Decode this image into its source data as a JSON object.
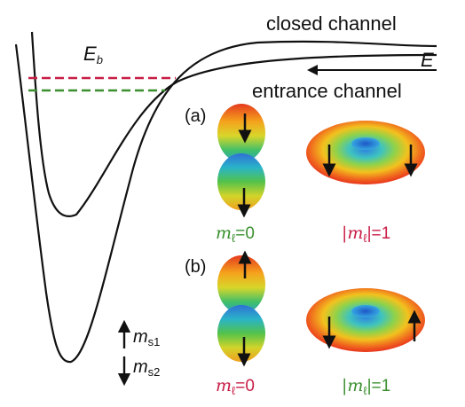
{
  "labels": {
    "closed_channel": "closed channel",
    "entrance_channel": "entrance channel",
    "E": "E",
    "E_b": "E",
    "E_b_sub": "b",
    "panel_a": "(a)",
    "panel_b": "(b)"
  },
  "m_labels": {
    "a_ml0": {
      "symbol": "m",
      "sub": "ℓ",
      "rest": "=0",
      "color": "#3a8f2e"
    },
    "a_ml1": {
      "symbol": "|m",
      "sub": "ℓ",
      "rest": "|=1",
      "color": "#c81d45"
    },
    "b_ml0": {
      "symbol": "m",
      "sub": "ℓ",
      "rest": "=0",
      "color": "#c81d45"
    },
    "b_ml1": {
      "symbol": "|m",
      "sub": "ℓ",
      "rest": "|=1",
      "color": "#3a8f2e"
    }
  },
  "spins": {
    "ms1": {
      "symbol": "m",
      "sub": "s1"
    },
    "ms2": {
      "symbol": "m",
      "sub": "s2"
    }
  },
  "colors": {
    "bound_state_red": "#c81d45",
    "bound_state_green": "#3a8f2e",
    "curve": "#111111"
  }
}
